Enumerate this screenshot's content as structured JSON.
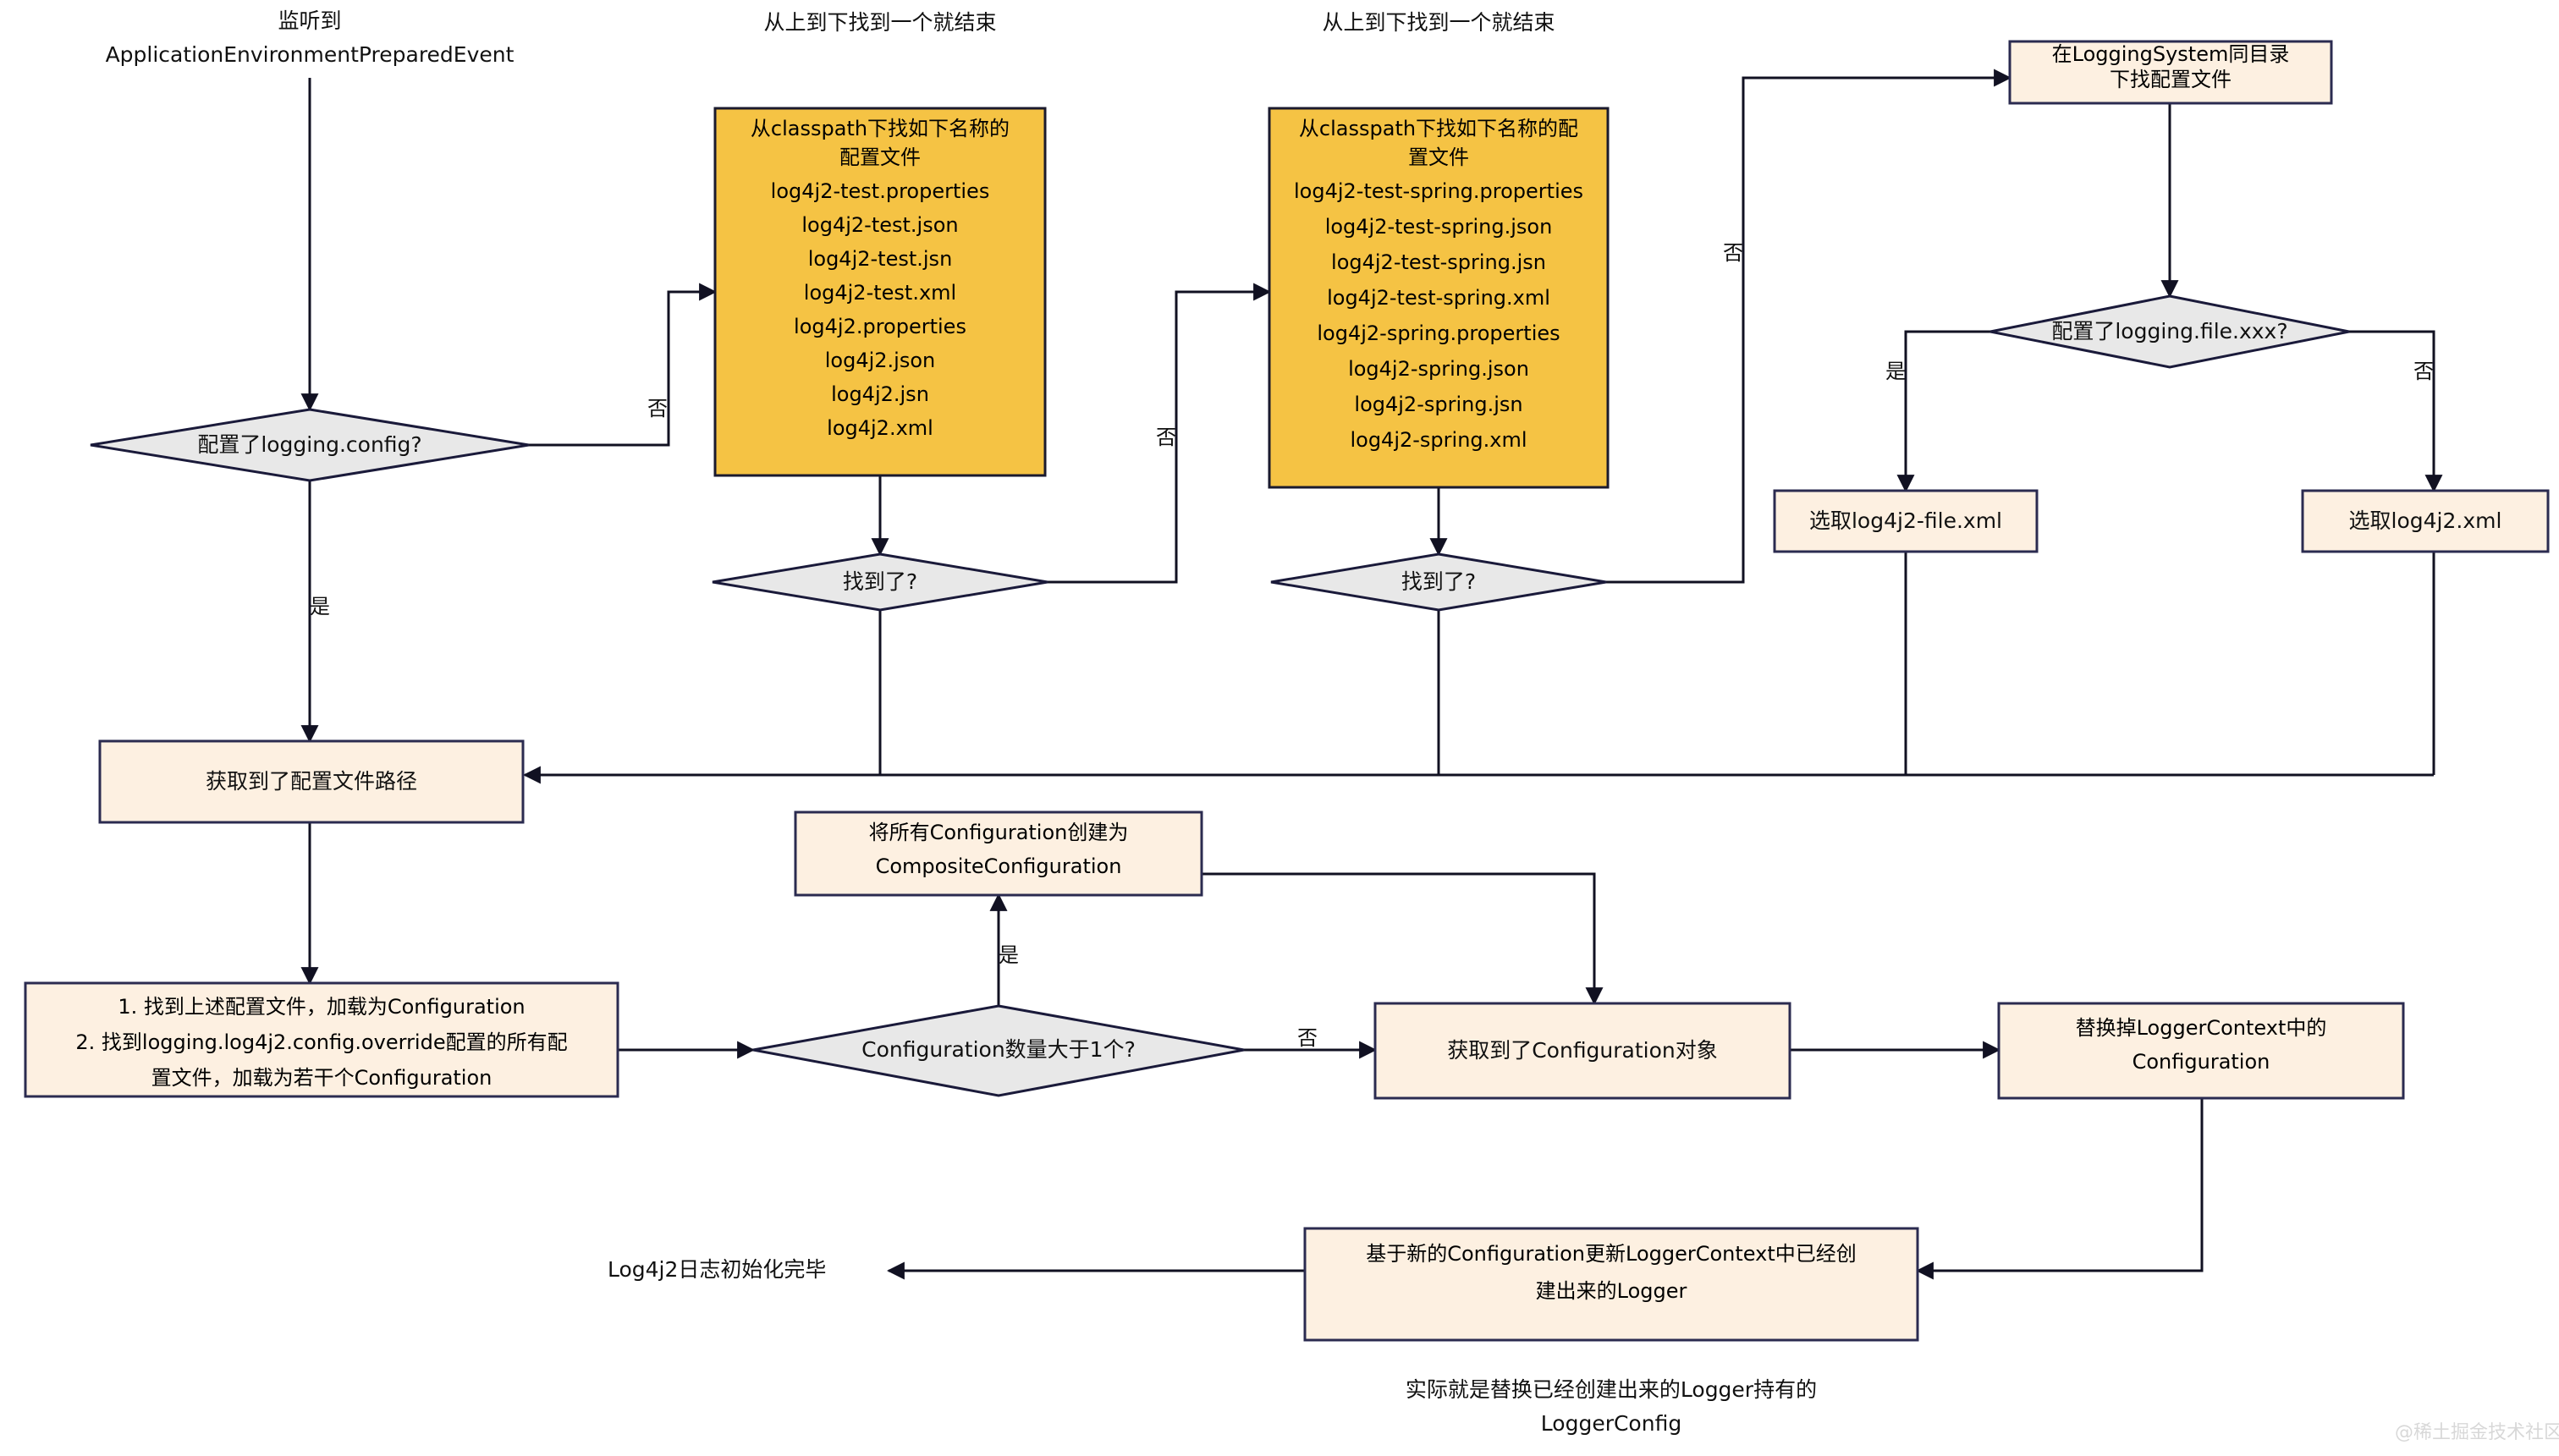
{
  "diagram": {
    "title_note_top_left": "监听到",
    "title_note_top_left_2": "ApplicationEnvironmentPreparedEvent",
    "note_top_mid1": "从上到下找到一个就结束",
    "note_top_mid2": "从上到下找到一个就结束",
    "note_bottom1": "实际就是替换已经创建出来的Logger持有的",
    "note_bottom2": "LoggerConfig",
    "terminal_text": "Log4j2日志初始化完毕",
    "watermark": "@稀土掘金技术社区"
  },
  "nodes": {
    "decision_logging_config": "配置了logging.config?",
    "box_classpath_plain": {
      "line1": "从classpath下找如下名称的",
      "line2": "配置文件",
      "files": [
        "log4j2-test.properties",
        "log4j2-test.json",
        "log4j2-test.jsn",
        "log4j2-test.xml",
        "log4j2.properties",
        "log4j2.json",
        "log4j2.jsn",
        "log4j2.xml"
      ]
    },
    "box_classpath_spring": {
      "line1": "从classpath下找如下名称的配",
      "line2": "置文件",
      "files": [
        "log4j2-test-spring.properties",
        "log4j2-test-spring.json",
        "log4j2-test-spring.jsn",
        "log4j2-test-spring.xml",
        "log4j2-spring.properties",
        "log4j2-spring.json",
        "log4j2-spring.jsn",
        "log4j2-spring.xml"
      ]
    },
    "decision_found_1": "找到了?",
    "decision_found_2": "找到了?",
    "box_logging_system_dir": {
      "line1": "在LoggingSystem同目录",
      "line2": "下找配置文件"
    },
    "decision_logging_file": "配置了logging.file.xxx?",
    "box_select_file_xml": "选取log4j2-file.xml",
    "box_select_xml": "选取log4j2.xml",
    "box_got_config_path": "获取到了配置文件路径",
    "box_load_configs": {
      "line1": "1. 找到上述配置文件，加载为Configuration",
      "line2": "2. 找到logging.log4j2.config.override配置的所有配",
      "line3": "置文件，加载为若干个Configuration"
    },
    "box_composite": {
      "line1": "将所有Configuration创建为",
      "line2": "CompositeConfiguration"
    },
    "decision_count_gt_1": "Configuration数量大于1个?",
    "box_got_config_obj": "获取到了Configuration对象",
    "box_replace_ctx": {
      "line1": "替换掉LoggerContext中的",
      "line2": "Configuration"
    },
    "box_update_loggers": {
      "line1": "基于新的Configuration更新LoggerContext中已经创",
      "line2": "建出来的Logger"
    }
  },
  "edge_labels": {
    "yes": "是",
    "no": "否",
    "no_from_logging_config": "否",
    "no_from_found1": "否",
    "no_from_found2": "否",
    "yes_from_logging_config": "是",
    "yes_logging_file": "是",
    "no_logging_file": "否",
    "yes_count": "是",
    "no_count": "否"
  },
  "colors": {
    "orange": "#F5C344",
    "cream": "#FDF0E1",
    "grey": "#E8E8E8",
    "stroke": "#22223b",
    "edge": "#111122"
  }
}
